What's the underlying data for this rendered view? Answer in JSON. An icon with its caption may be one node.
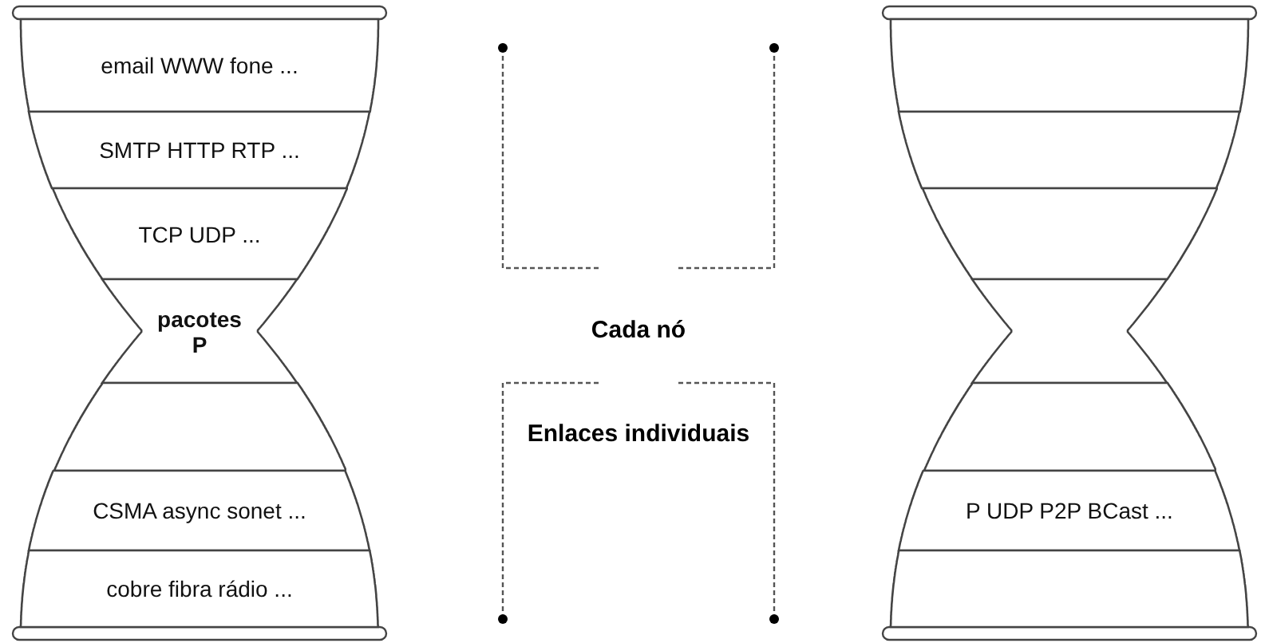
{
  "diagram": {
    "nodes": [
      {
        "text": [
          "email WWW fone ..."
        ]
      },
      {
        "text": [
          "SMTP HTTP RTP ..."
        ]
      },
      {
        "text": [
          "TCP UDP ..."
        ]
      },
      {
        "text": [
          "pacotes P"
        ]
      },
      {
        "text": [],
        "shape": "band"
      },
      {
        "text": [
          "CSMA async sonet ..."
        ]
      },
      {
        "text": [
          "cobre fibra rádio ..."
        ]
      },
      {
        "text": [],
        "shape": "band"
      },
      {
        "text": [],
        "shape": "band"
      },
      {
        "text": [],
        "shape": "band"
      },
      {
        "text": [],
        "shape": "band"
      },
      {
        "text": [],
        "shape": "band"
      },
      {
        "text": [
          "P UDP P2P BCast ..."
        ]
      },
      {
        "text": [],
        "shape": "band"
      }
    ],
    "labels": [
      "Cada nó",
      "Enlaces individuais"
    ]
  }
}
